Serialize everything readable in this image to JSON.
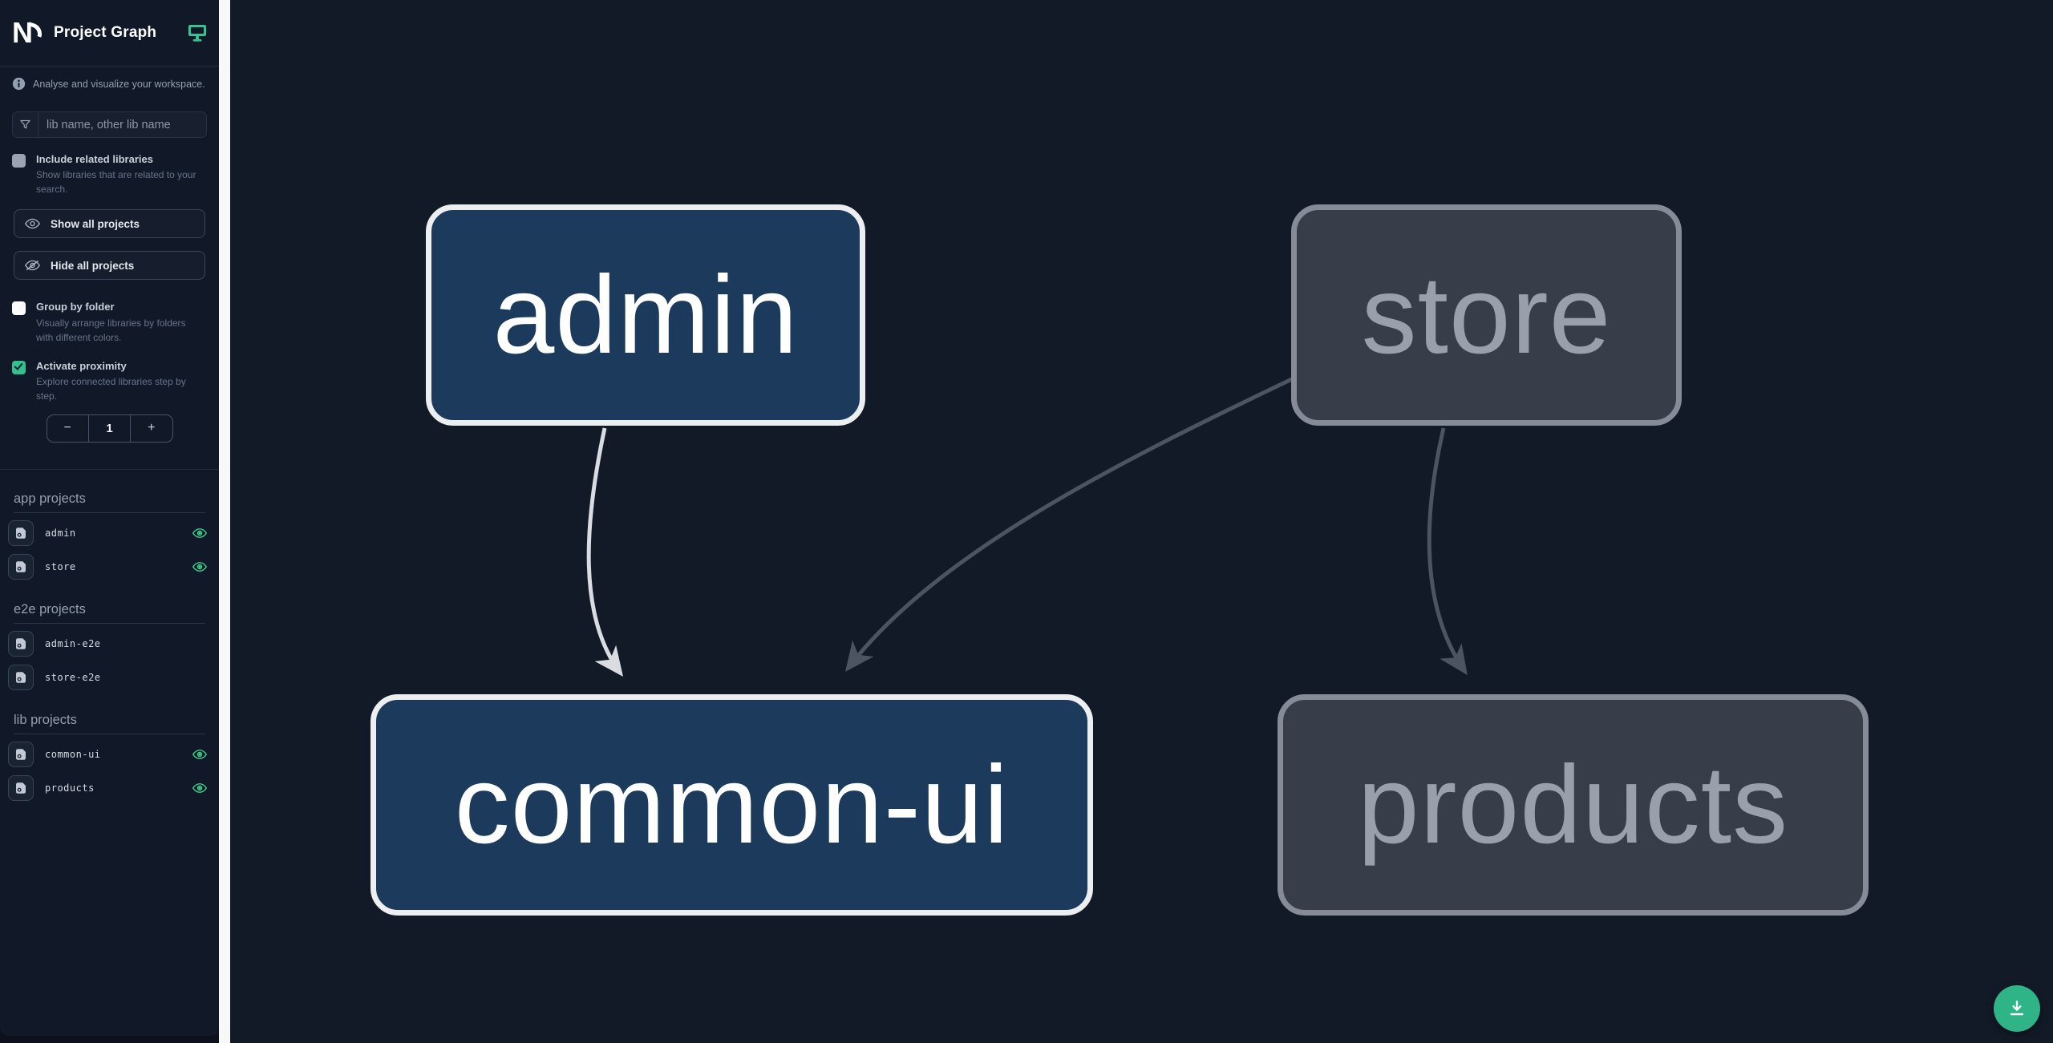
{
  "header": {
    "logo_letter": "N",
    "title": "Project Graph"
  },
  "tagline": "Analyse and visualize your workspace.",
  "search": {
    "placeholder": "lib name, other lib name",
    "value": ""
  },
  "options": {
    "include_related": {
      "label": "Include related libraries",
      "description": "Show libraries that are related to your search.",
      "checked": false
    },
    "group_by_folder": {
      "label": "Group by folder",
      "description": "Visually arrange libraries by folders with different colors.",
      "checked": false
    },
    "proximity": {
      "label": "Activate proximity",
      "description": "Explore connected libraries step by step.",
      "checked": true,
      "decrement": "−",
      "value": "1",
      "increment": "+"
    }
  },
  "buttons": {
    "show_all": "Show all projects",
    "hide_all": "Hide all projects"
  },
  "sections": [
    {
      "title": "app projects",
      "items": [
        {
          "name": "admin",
          "visible": true
        },
        {
          "name": "store",
          "visible": true
        }
      ]
    },
    {
      "title": "e2e projects",
      "items": [
        {
          "name": "admin-e2e",
          "visible": false
        },
        {
          "name": "store-e2e",
          "visible": false
        }
      ]
    },
    {
      "title": "lib projects",
      "items": [
        {
          "name": "common-ui",
          "visible": true
        },
        {
          "name": "products",
          "visible": true
        }
      ]
    }
  ],
  "graph": {
    "nodes": [
      {
        "label": "admin",
        "state": "focused"
      },
      {
        "label": "store",
        "state": "dimmed"
      },
      {
        "label": "common-ui",
        "state": "focused"
      },
      {
        "label": "products",
        "state": "dimmed"
      }
    ],
    "edges": [
      {
        "source": "admin",
        "target": "common-ui",
        "state": "focused"
      },
      {
        "source": "store",
        "target": "common-ui",
        "state": "dimmed"
      },
      {
        "source": "store",
        "target": "products",
        "state": "dimmed"
      }
    ]
  },
  "colors": {
    "accent_teal": "#32c08e",
    "eye_visible": "#3dd68c",
    "node_focused_bg": "#1b3a5c",
    "node_focused_border": "#eceef0",
    "node_dimmed_bg": "#373d49",
    "node_dimmed_border": "#858b97",
    "edge_focused": "#d9dce0",
    "edge_dimmed": "#4d5461",
    "fab_bg": "#2fb487"
  }
}
